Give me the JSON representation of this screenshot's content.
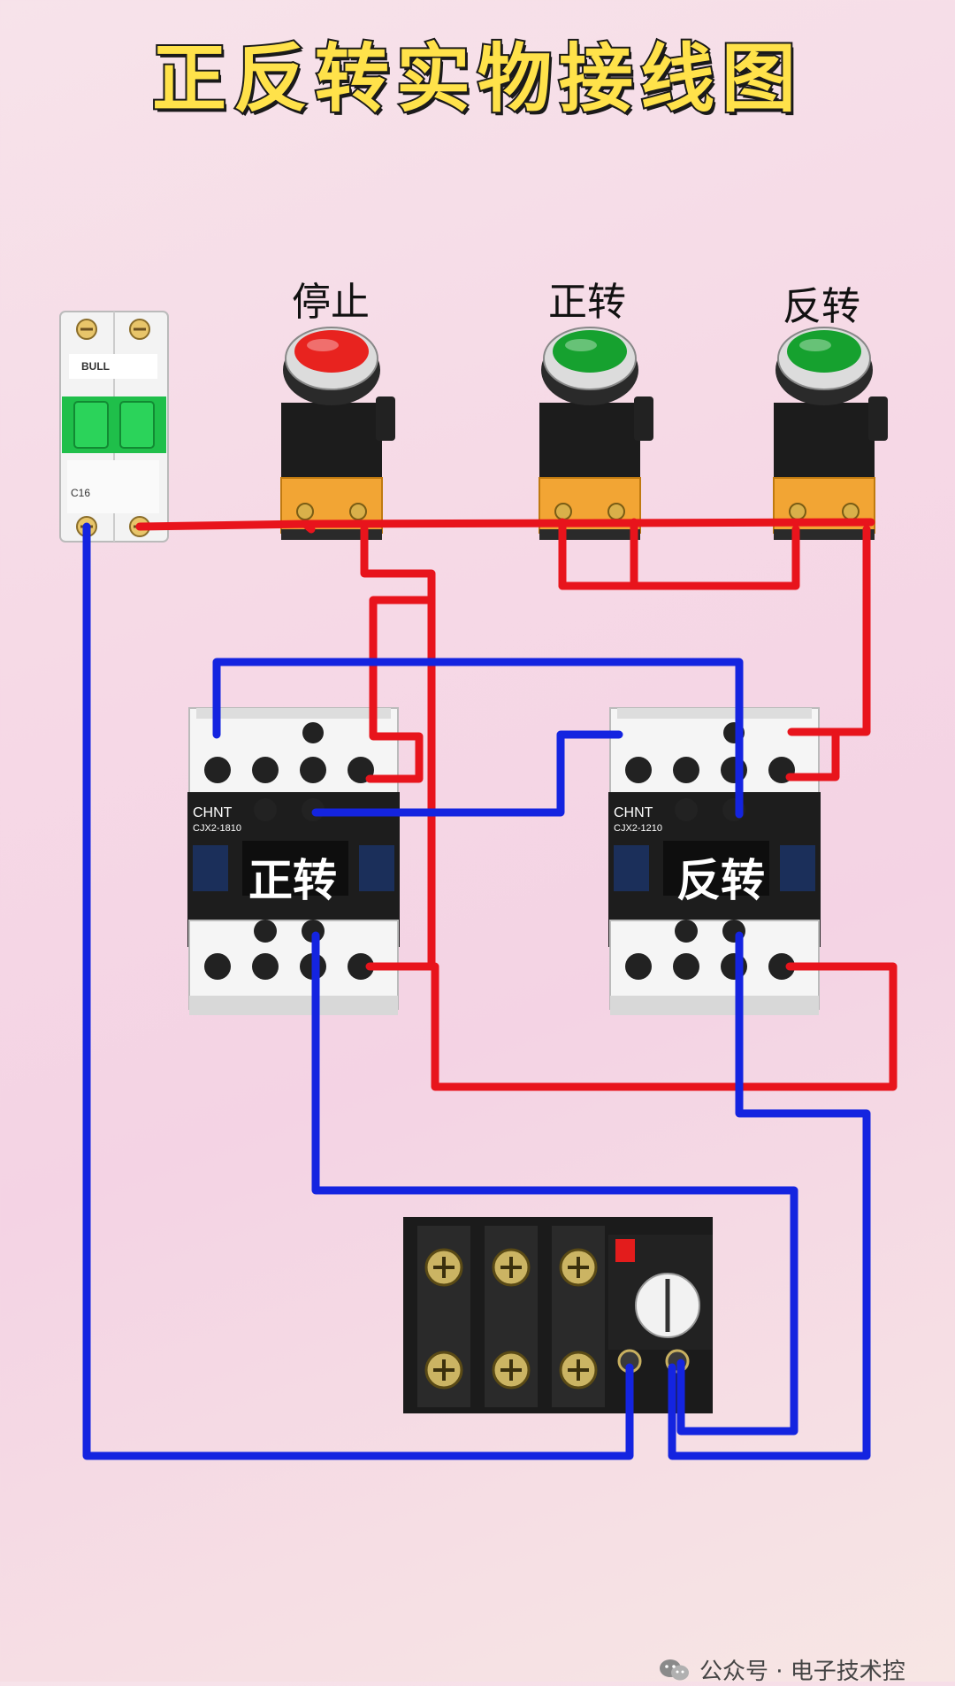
{
  "title": "正反转实物接线图",
  "buttons": [
    {
      "label": "停止",
      "cap_color": "#e8231f"
    },
    {
      "label": "正转",
      "cap_color": "#16a12f"
    },
    {
      "label": "反转",
      "cap_color": "#16a12f"
    }
  ],
  "contactors": [
    {
      "label": "正转",
      "brand": "CHNT",
      "model": "CJX2-1810"
    },
    {
      "label": "反转",
      "brand": "CHNT",
      "model": "CJX2-1210"
    }
  ],
  "breaker": {
    "brand": "BULL",
    "rating": "C16"
  },
  "wire_colors": {
    "red": "#e8141c",
    "blue": "#1424e0"
  },
  "watermark": "公众号 · 电子技术控"
}
